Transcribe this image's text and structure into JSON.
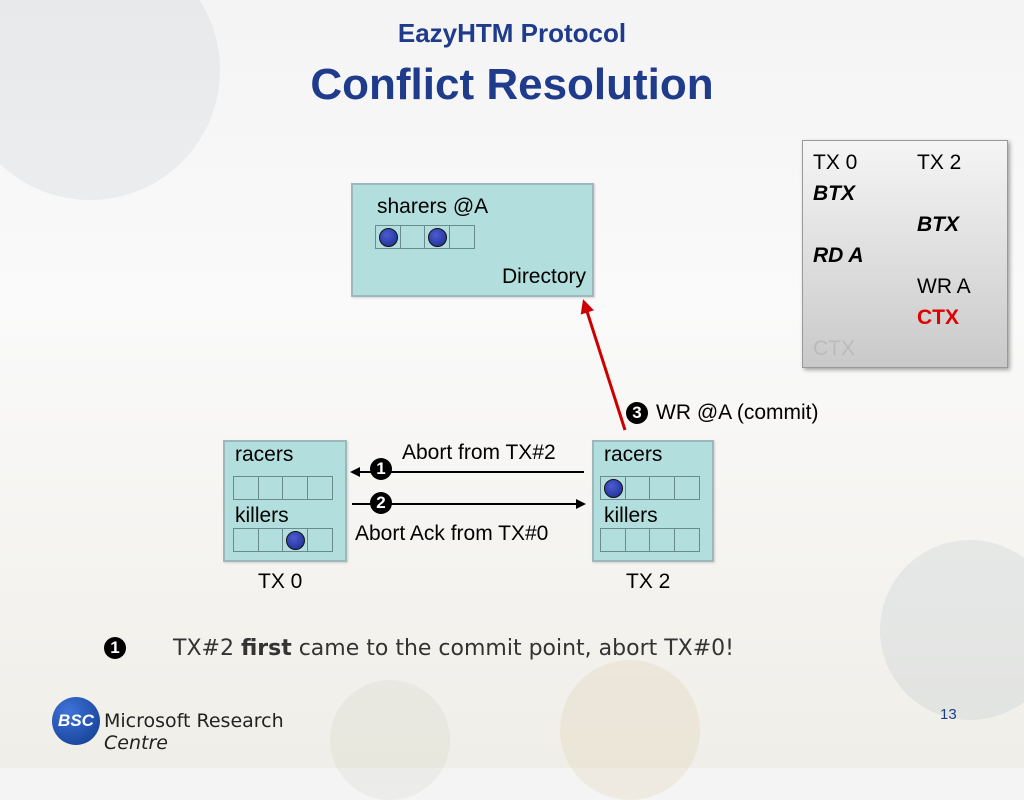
{
  "slide": {
    "title_small": "EazyHTM Protocol",
    "title_big": "Conflict Resolution",
    "page_number": "13"
  },
  "directory": {
    "sharers_label": "sharers @A",
    "name": "Directory",
    "sharer_cells": [
      true,
      false,
      true,
      false
    ]
  },
  "tx0": {
    "racers_label": "racers",
    "killers_label": "killers",
    "name": "TX 0",
    "racers_cells": [
      false,
      false,
      false,
      false
    ],
    "killers_cells": [
      false,
      false,
      true,
      false
    ]
  },
  "tx2": {
    "racers_label": "racers",
    "killers_label": "killers",
    "name": "TX 2",
    "racers_cells": [
      true,
      false,
      false,
      false
    ],
    "killers_cells": [
      false,
      false,
      false,
      false
    ]
  },
  "messages": {
    "step1_num": "1",
    "step1_text": "Abort from TX#2",
    "step2_num": "2",
    "step2_text": "Abort Ack from TX#0",
    "step3_num": "3",
    "step3_text": "WR @A (commit)"
  },
  "timeline": {
    "col1_header": "TX 0",
    "col2_header": "TX 2",
    "rows": [
      {
        "col": 1,
        "text": "BTX",
        "style": "italic-bold"
      },
      {
        "col": 2,
        "text": "BTX",
        "style": "italic-bold"
      },
      {
        "col": 1,
        "text": "RD A",
        "style": "italic-bold"
      },
      {
        "col": 2,
        "text": "WR A",
        "style": "normal"
      },
      {
        "col": 2,
        "text": "CTX",
        "style": "red-bold"
      },
      {
        "col": 1,
        "text": "CTX",
        "style": "grey"
      }
    ]
  },
  "footnote": {
    "num": "1",
    "pre": "TX#2 ",
    "bold": "first",
    "post": " came to the commit point, abort TX#0!"
  },
  "logo": {
    "badge": "BSC",
    "line1": "Microsoft Research",
    "line2": "Centre"
  },
  "colors": {
    "title": "#1f3b8c",
    "box_fill": "#b3dede",
    "commit_arrow": "#cc0000",
    "ctx_red": "#e00000",
    "ctx_grey": "#bbbbbb"
  }
}
